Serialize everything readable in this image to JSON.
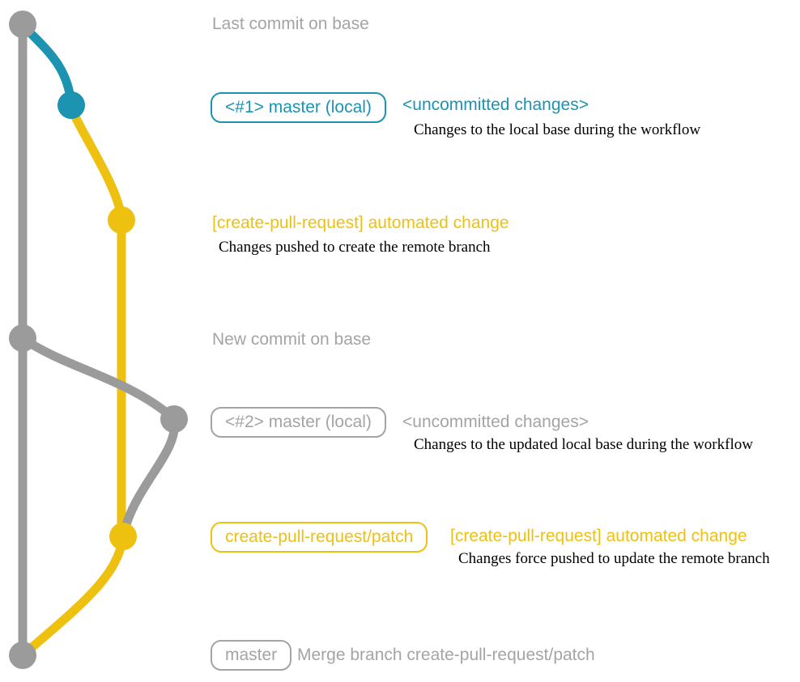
{
  "colors": {
    "graph_gray": "#9b9b9b",
    "teal": "#1b93b1",
    "yellow": "#eec111",
    "text_gray": "#a4a4a4",
    "description_color": "#000000"
  },
  "nodes": {
    "last_commit": {
      "label": "Last commit on base"
    },
    "local_commit_1": {
      "badge": "<#1> master (local)",
      "status": "<uncommitted changes>",
      "description": "Changes to the local base during the workflow"
    },
    "automated_change_1": {
      "headline": "[create-pull-request] automated change",
      "description": "Changes pushed to create the remote branch"
    },
    "new_commit": {
      "label": "New commit on base"
    },
    "local_commit_2": {
      "badge": "<#2> master (local)",
      "status": "<uncommitted changes>",
      "description": "Changes to the updated local base during the workflow"
    },
    "automated_change_2": {
      "badge": "create-pull-request/patch",
      "headline": "[create-pull-request] automated change",
      "description": "Changes force pushed to update the remote branch"
    },
    "merge_commit": {
      "badge": "master",
      "label": "Merge branch create-pull-request/patch"
    }
  }
}
